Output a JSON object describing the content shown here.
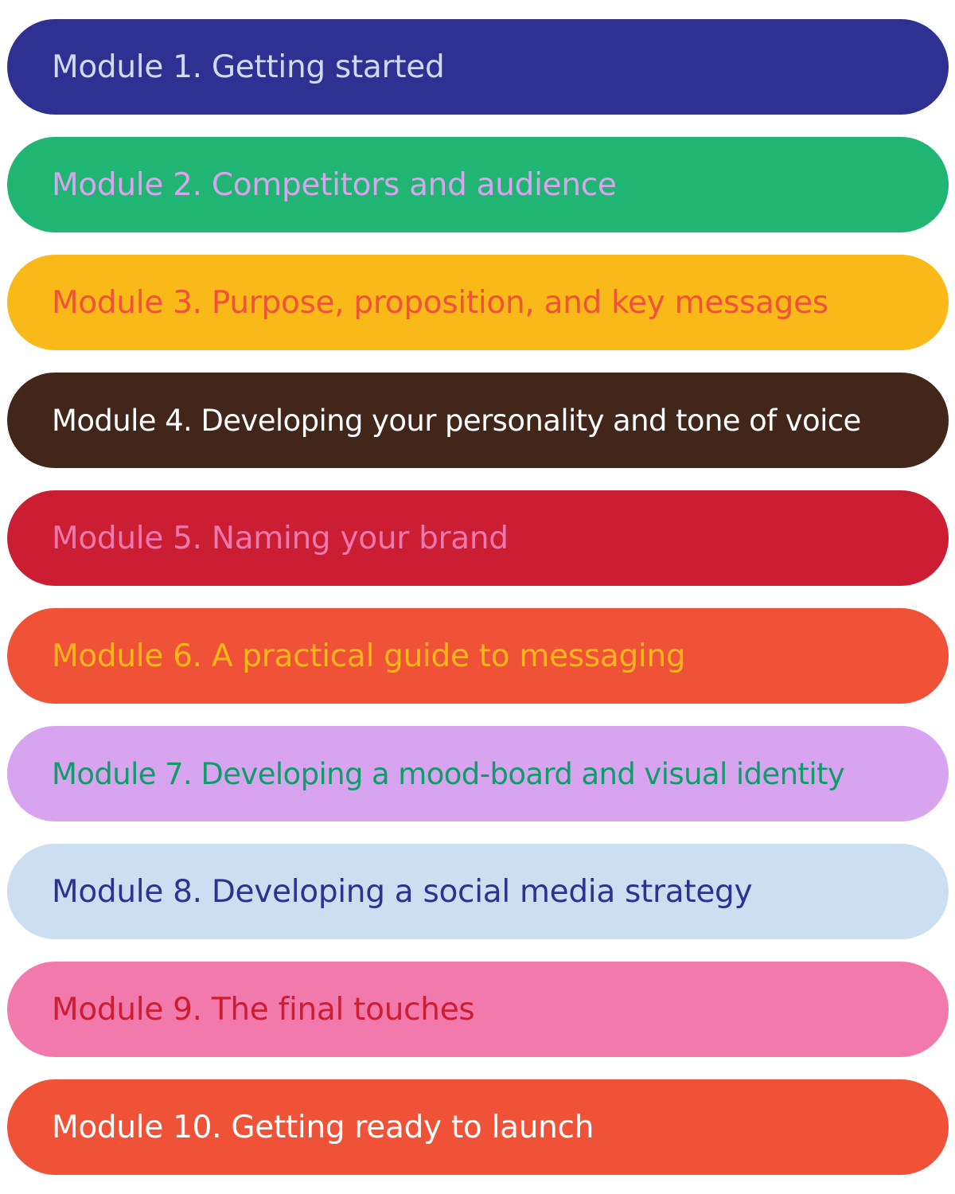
{
  "modules": [
    {
      "label": "Module 1. Getting started",
      "background": "#2e3192",
      "text_color": "#ccdcf5"
    },
    {
      "label": "Module 2. Competitors and audience",
      "background": "#21b573",
      "text_color": "#d8a4f0"
    },
    {
      "label": "Module 3. Purpose, proposition, and key messages",
      "background": "#f9b919",
      "text_color": "#f0523a"
    },
    {
      "label": "Module 4. Developing your personality and tone of voice",
      "background": "#42261a",
      "text_color": "#ffffff"
    },
    {
      "label": "Module 5. Naming your brand",
      "background": "#cc1e33",
      "text_color": "#f178ac"
    },
    {
      "label": "Module 6. A practical guide to messaging",
      "background": "#f05238",
      "text_color": "#fbb61c"
    },
    {
      "label": "Module 7. Developing a mood-board and visual identity",
      "background": "#d8a4f0",
      "text_color": "#0e9d68"
    },
    {
      "label": "Module 8. Developing a social media strategy",
      "background": "#ccdff1",
      "text_color": "#2e3192"
    },
    {
      "label": "Module 9. The final touches",
      "background": "#f279ac",
      "text_color": "#cc1e33"
    },
    {
      "label": "Module 10. Getting ready to launch",
      "background": "#f05238",
      "text_color": "#ffffff"
    }
  ]
}
